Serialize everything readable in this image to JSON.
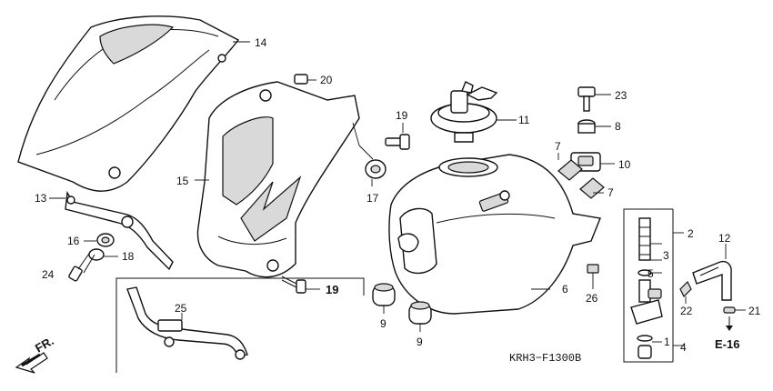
{
  "labels": {
    "l1": "1",
    "l2": "2",
    "l3": "3",
    "l4": "4",
    "l5": "5",
    "l6": "6",
    "l7a": "7",
    "l7b": "7",
    "l8": "8",
    "l9a": "9",
    "l9b": "9",
    "l10": "10",
    "l11": "11",
    "l12": "12",
    "l13": "13",
    "l14": "14",
    "l15": "15",
    "l16": "16",
    "l17": "17",
    "l18": "18",
    "l19a": "19",
    "l19b": "19",
    "l20": "20",
    "l21": "21",
    "l22": "22",
    "l23": "23",
    "l24": "24",
    "l25": "25",
    "l26": "26"
  },
  "ref": {
    "e16": "E-16"
  },
  "footer": {
    "code": "KRH3−F1300B"
  },
  "direction": {
    "fr": "FR."
  }
}
